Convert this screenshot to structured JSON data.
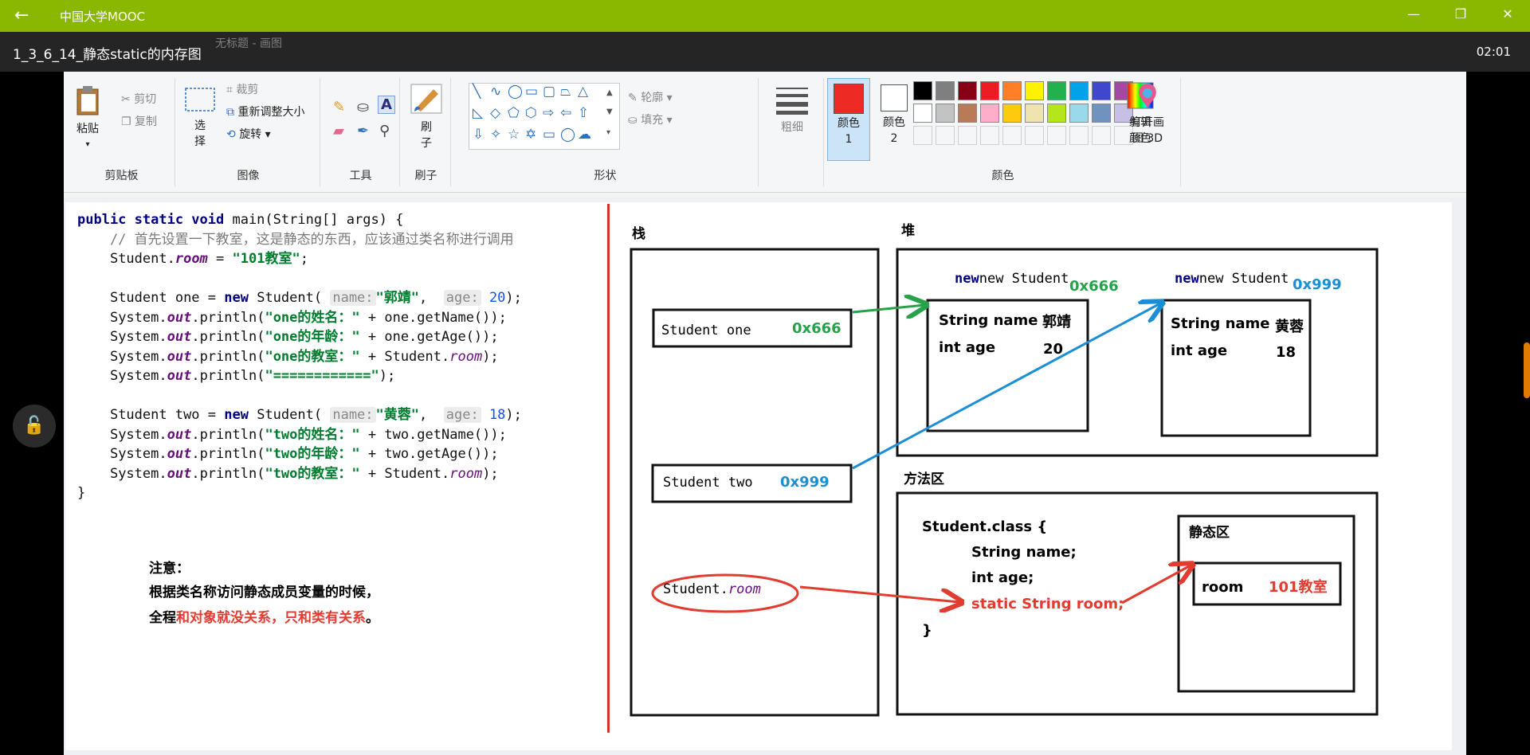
{
  "appbar": {
    "title": "中国大学MOOC",
    "back_glyph": "←",
    "minimize_glyph": "—",
    "restore_glyph": "❐",
    "close_glyph": "✕"
  },
  "overlay": {
    "video_title": "1_3_6_14_静态static的内存图",
    "ghost_title": "无标题 - 画图",
    "time": "02:01"
  },
  "ribbon": {
    "clipboard": {
      "paste": "粘贴",
      "cut": "剪切",
      "copy": "复制",
      "label": "剪贴板"
    },
    "image": {
      "select": "选择",
      "crop": "裁剪",
      "resize": "重新调整大小",
      "rotate": "旋转",
      "label": "图像"
    },
    "tools": {
      "label": "工具"
    },
    "brush": {
      "label": "刷子"
    },
    "shapes": {
      "outline": "轮廓",
      "fill": "填充",
      "label": "形状"
    },
    "size": {
      "label": "粗细"
    },
    "colors": {
      "color1": "颜色 1",
      "color2": "颜色 2",
      "edit": "编辑颜色",
      "label": "颜色",
      "color1_value": "#ee2a24",
      "palette_row1": [
        "#000000",
        "#7f7f7f",
        "#880015",
        "#ed1c24",
        "#ff7f27",
        "#fff200",
        "#22b14c",
        "#00a2e8",
        "#3f48cc",
        "#a349a4"
      ],
      "palette_row2": [
        "#ffffff",
        "#c3c3c3",
        "#b97a57",
        "#ffaec9",
        "#ffc90e",
        "#efe4b0",
        "#b5e61d",
        "#99d9ea",
        "#7092be",
        "#c8bfe7"
      ]
    },
    "paint3d": {
      "label": "打开画图 3D"
    }
  },
  "code": {
    "line1": "public static void main(String[] args) {",
    "comment": "// 首先设置一下教室，这是静态的东西，应该通过类名称进行调用",
    "room_prefix": "Student.",
    "room_field": "room",
    "room_assign": " = ",
    "room_value": "\"101教室\"",
    "new_one_prefix": "Student one = ",
    "new_kw": "new",
    "new_one_cls": " Student(",
    "hint_name": "name:",
    "name_one": "\"郭靖\"",
    "hint_age": "age:",
    "age_one": "20",
    "end_call": ");",
    "sys": "System.",
    "out": "out",
    "println": ".println(",
    "s_one_name": "\"one的姓名：\"",
    "s_one_age": "\"one的年龄：\"",
    "s_one_room": "\"one的教室：\"",
    "sep": "\"============\"",
    "one_getname": " + one.getName());",
    "one_getage": " + one.getAge());",
    "plus_student": " + Student.",
    "new_two_prefix": "Student two = ",
    "name_two": "\"黄蓉\"",
    "age_two": "18",
    "s_two_name": "\"two的姓名：\"",
    "s_two_age": "\"two的年龄：\"",
    "s_two_room": "\"two的教室：\"",
    "two_getname": " + two.getName());",
    "two_getage": " + two.getAge());",
    "close": "}"
  },
  "note": {
    "title": "注意：",
    "line1": "根据类名称访问静态成员变量的时候，",
    "line2_black": "全程",
    "line2_red": "和对象就没关系，只和类有关系",
    "line2_end": "。"
  },
  "diagram": {
    "stack_label": "栈",
    "heap_label": "堆",
    "method_label": "方法区",
    "stack_one": "Student one",
    "addr_one": "0x666",
    "stack_two": "Student two",
    "addr_two": "0x999",
    "stack_room": "Student.",
    "stack_room_field": "room",
    "new_student": "new Student",
    "obj1_name_label": "String name",
    "obj1_name_value": "郭靖",
    "obj1_age_label": "int age",
    "obj1_age_value": "20",
    "obj2_name_label": "String name",
    "obj2_name_value": "黄蓉",
    "obj2_age_label": "int age",
    "obj2_age_value": "18",
    "class_open": "Student.class {",
    "class_f1": "String name;",
    "class_f2": "int age;",
    "class_f3": "static String room;",
    "class_close": "}",
    "static_area": "静态区",
    "room_label": "room",
    "room_value": "101教室",
    "color_green": "#27a24a",
    "color_blue": "#1b8fd6",
    "color_red": "#e23b30"
  }
}
